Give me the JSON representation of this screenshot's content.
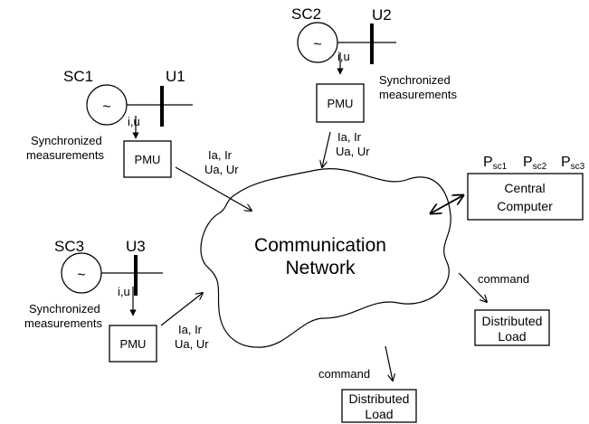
{
  "generators": [
    {
      "name": "SC1",
      "bus": "U1",
      "current_voltage": "i,u",
      "note": "Synchronized\nmeasurements",
      "pmu": "PMU",
      "signals_1": "Ia, Ir",
      "signals_2": "Ua, Ur"
    },
    {
      "name": "SC2",
      "bus": "U2",
      "current_voltage": "i,u",
      "note": "Synchronized\nmeasurements",
      "pmu": "PMU",
      "signals_1": "Ia, Ir",
      "signals_2": "Ua, Ur"
    },
    {
      "name": "SC3",
      "bus": "U3",
      "current_voltage": "i,u",
      "note": "Synchronized\nmeasurements",
      "pmu": "PMU",
      "signals_1": "Ia, Ir",
      "signals_2": "Ua, Ur"
    }
  ],
  "generator_symbol": "~",
  "network": {
    "line1": "Communication",
    "line2": "Network"
  },
  "central": {
    "line1": "Central",
    "line2": "Computer"
  },
  "powers": [
    {
      "base": "P",
      "sub": "sc1"
    },
    {
      "base": "P",
      "sub": "sc2"
    },
    {
      "base": "P",
      "sub": "sc3"
    }
  ],
  "loads": [
    {
      "command": "command",
      "line1": "Distributed",
      "line2": "Load"
    },
    {
      "command": "command",
      "line1": "Distributed",
      "line2": "Load"
    }
  ]
}
